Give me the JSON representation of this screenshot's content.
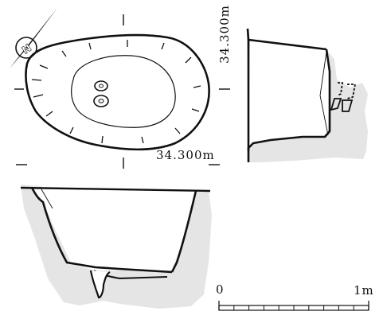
{
  "labels": {
    "elevation_right": "34.300m",
    "elevation_bottom": "34.300m"
  },
  "north_arrow": {
    "letter": "N",
    "icon": "north-arrow-icon"
  },
  "scale_bar": {
    "start": "0",
    "end": "1m",
    "divisions": 10
  },
  "colors": {
    "line": "#111111",
    "stipple": "#d9d9d9"
  }
}
